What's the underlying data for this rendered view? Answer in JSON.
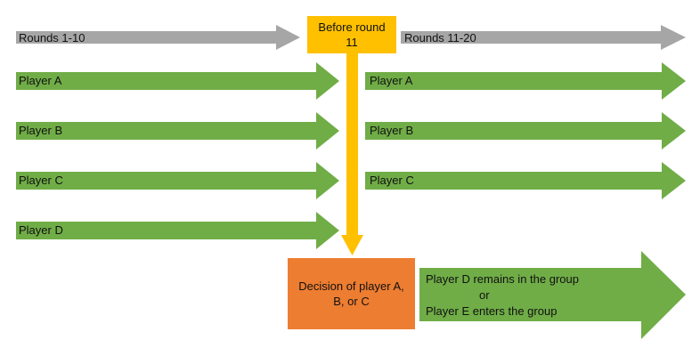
{
  "timeline": {
    "rounds_before": "Rounds 1-10",
    "rounds_after": "Rounds 11-20",
    "checkpoint_line1": "Before round",
    "checkpoint_line2": "11"
  },
  "players_before": [
    {
      "label": "Player A"
    },
    {
      "label": "Player B"
    },
    {
      "label": "Player C"
    },
    {
      "label": "Player D"
    }
  ],
  "players_after": [
    {
      "label": "Player A"
    },
    {
      "label": "Player B"
    },
    {
      "label": "Player C"
    }
  ],
  "decision": {
    "line1": "Decision of player A,",
    "line2": "B, or C"
  },
  "outcome": {
    "line1": "Player D remains in the group",
    "line2": "or",
    "line3": "Player E enters the group"
  },
  "colors": {
    "gray_arrow": "#a6a6a6",
    "green_arrow": "#70ad47",
    "checkpoint": "#ffc000",
    "decision_box": "#ed7d31"
  }
}
